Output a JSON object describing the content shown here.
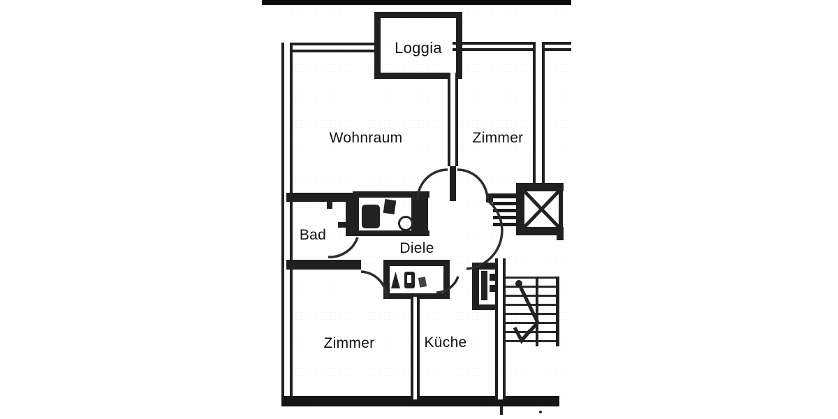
{
  "document": {
    "type": "apartment-floor-plan",
    "style": "scanned-black-and-white"
  },
  "rooms": [
    {
      "id": "loggia",
      "label": "Loggia"
    },
    {
      "id": "wohnraum",
      "label": "Wohnraum"
    },
    {
      "id": "zimmer-upper",
      "label": "Zimmer"
    },
    {
      "id": "bad",
      "label": "Bad"
    },
    {
      "id": "diele",
      "label": "Diele"
    },
    {
      "id": "zimmer-lower",
      "label": "Zimmer"
    },
    {
      "id": "kueche",
      "label": "Küche"
    }
  ],
  "features": [
    {
      "id": "elevator",
      "icon": "elevator-x-icon"
    },
    {
      "id": "staircase",
      "icon": "stair-treads-icon"
    },
    {
      "id": "stair-direction",
      "icon": "stair-direction-arrow-icon"
    },
    {
      "id": "installation-shaft",
      "icon": "hatched-shaft-icon"
    }
  ],
  "colors": {
    "wall": "#242424",
    "background": "#ffffff",
    "label_text": "#161616"
  }
}
